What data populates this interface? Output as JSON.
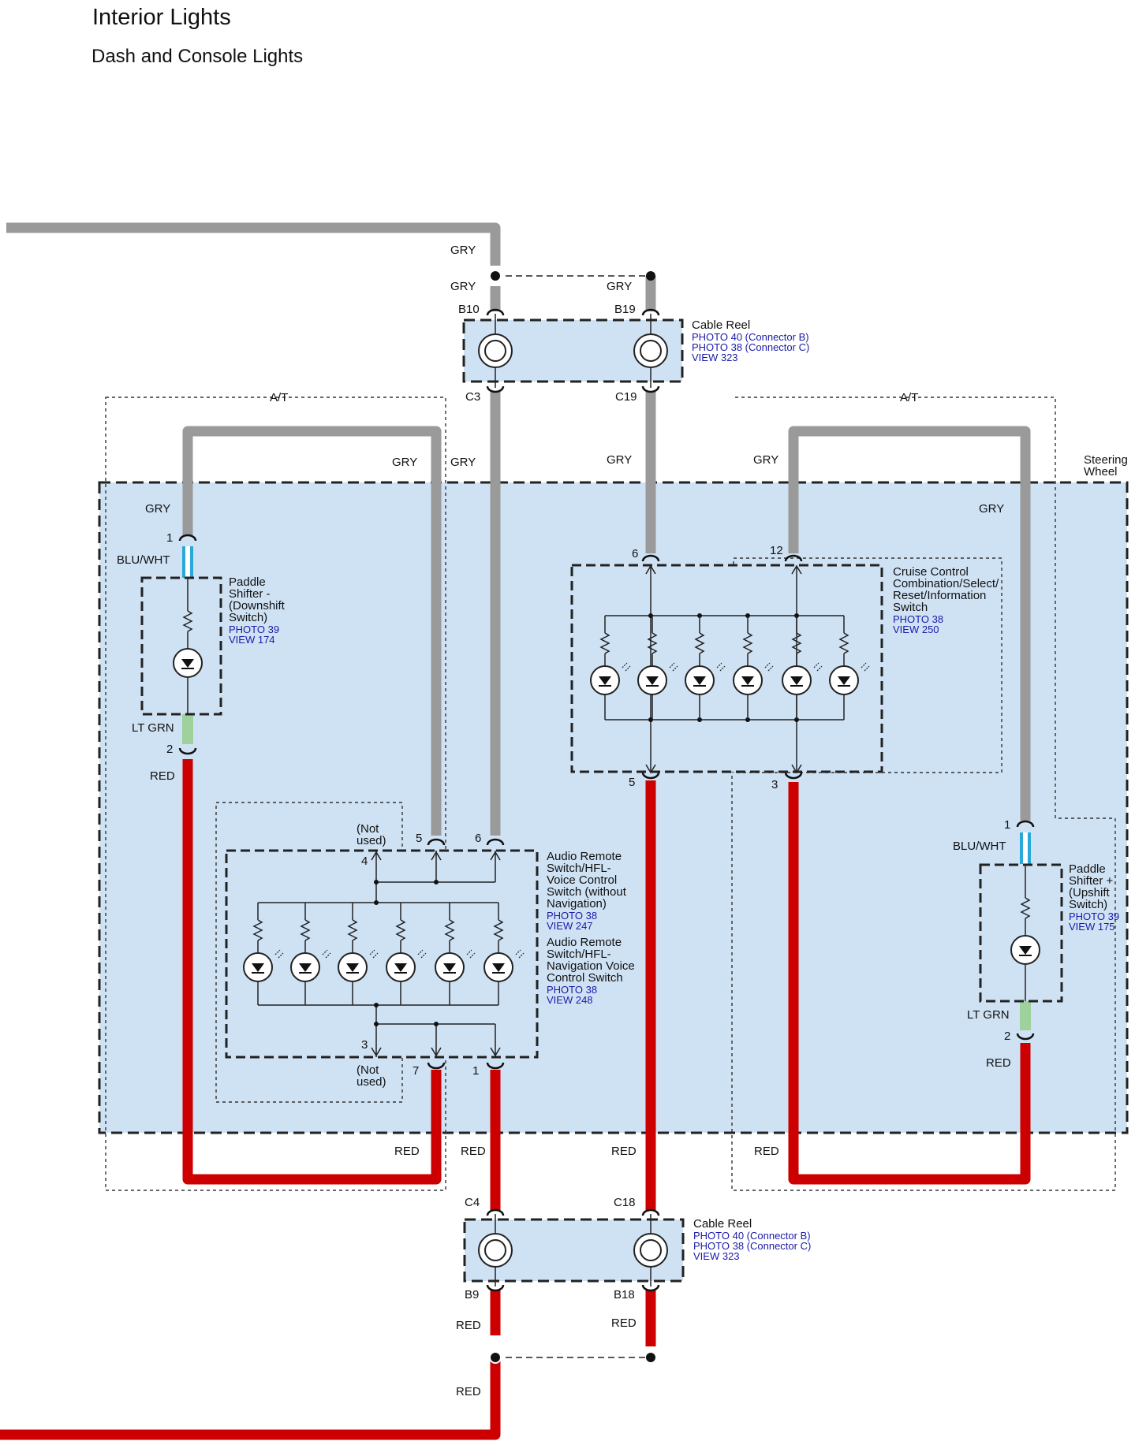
{
  "header": {
    "title": "Interior Lights",
    "subtitle": "Dash and Console Lights"
  },
  "colors": {
    "gry": "#9a9a9a",
    "red": "#cc0000",
    "blu_wht": "#2aa9d8",
    "lt_grn": "#9fd19c",
    "panel": "#cfe2f4"
  },
  "wires": {
    "gry": "GRY",
    "red": "RED",
    "blu_wht": "BLU/WHT",
    "lt_grn": "LT GRN"
  },
  "areas": {
    "at_left": "A/T",
    "at_right": "A/T",
    "steering_wheel": [
      "Steering",
      "Wheel"
    ]
  },
  "cable_reel_top": {
    "title": "Cable Reel",
    "refs": [
      "PHOTO 40 (Connector B)",
      "PHOTO 38 (Connector C)",
      "VIEW 323"
    ],
    "pins": [
      "B10",
      "B19",
      "C3",
      "C19"
    ]
  },
  "cable_reel_bottom": {
    "title": "Cable Reel",
    "refs": [
      "PHOTO 40 (Connector B)",
      "PHOTO 38 (Connector C)",
      "VIEW 323"
    ],
    "pins": [
      "C4",
      "C18",
      "B9",
      "B18"
    ]
  },
  "paddle_down": {
    "name": [
      "Paddle",
      "Shifter -",
      "(Downshift",
      "Switch)"
    ],
    "refs": [
      "PHOTO 39",
      "VIEW 174"
    ],
    "pins": [
      "1",
      "2"
    ]
  },
  "paddle_up": {
    "name": [
      "Paddle",
      "Shifter +",
      "(Upshift",
      "Switch)"
    ],
    "refs": [
      "PHOTO 39",
      "VIEW 175"
    ],
    "pins": [
      "1",
      "2"
    ]
  },
  "cruise": {
    "name": [
      "Cruise Control",
      "Combination/Select/",
      "Reset/Information",
      "Switch"
    ],
    "refs": [
      "PHOTO 38",
      "VIEW 250"
    ],
    "pins": [
      "6",
      "12",
      "5",
      "3"
    ]
  },
  "audio": {
    "name_a": [
      "Audio Remote",
      "Switch/HFL-",
      "Voice Control",
      "Switch (without",
      "Navigation)"
    ],
    "refs_a": [
      "PHOTO 38",
      "VIEW 247"
    ],
    "name_b": [
      "Audio Remote",
      "Switch/HFL-",
      "Navigation Voice",
      "Control Switch"
    ],
    "refs_b": [
      "PHOTO 38",
      "VIEW 248"
    ],
    "pins": [
      "4",
      "5",
      "6",
      "3",
      "7",
      "1"
    ],
    "not_used": [
      "(Not",
      "used)"
    ]
  }
}
